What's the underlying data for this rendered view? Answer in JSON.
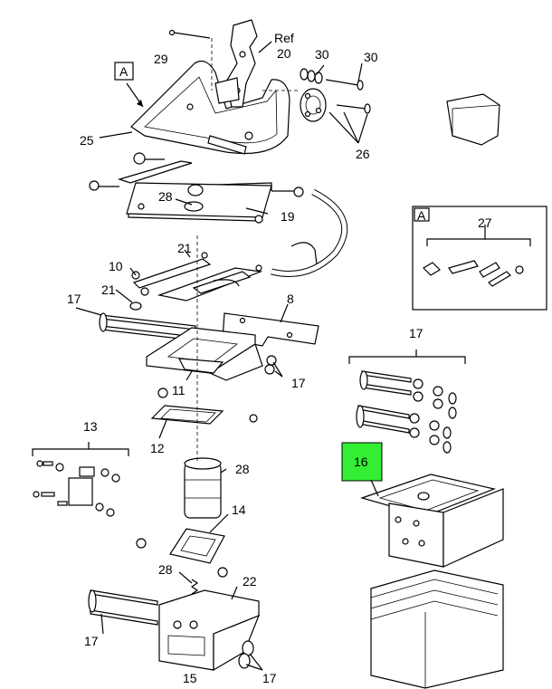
{
  "callouts": {
    "c29": "29",
    "c_ref": "Ref",
    "c20": "20",
    "c30a": "30",
    "c30b": "30",
    "c_a_box": "A",
    "c25": "25",
    "c26": "26",
    "c28a": "28",
    "c19": "19",
    "c_inset_a": "A",
    "c27": "27",
    "c21a": "21",
    "c10": "10",
    "c21b": "21",
    "c8": "8",
    "c17a": "17",
    "c17b": "17",
    "c17c": "17",
    "c11": "11",
    "c13": "13",
    "c12": "12",
    "c28b": "28",
    "c16": "16",
    "c14": "14",
    "c28c": "28",
    "c22": "22",
    "c17d": "17",
    "c17e": "17",
    "c15": "15"
  },
  "highlight": {
    "color": "#33ee33"
  }
}
